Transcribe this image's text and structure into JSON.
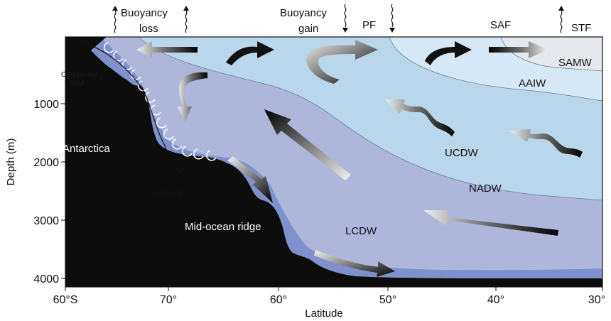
{
  "top_labels": {
    "buoyancy_loss_line1": "Buoyancy",
    "buoyancy_loss_line2": "loss",
    "buoyancy_gain_line1": "Buoyancy",
    "buoyancy_gain_line2": "gain",
    "pf": "PF",
    "saf": "SAF",
    "stf": "STF"
  },
  "water_masses": {
    "samw": "SAMW",
    "aaiw": "AAIW",
    "ucdw": "UCDW",
    "nadw": "NADW",
    "lcdw": "LCDW",
    "aabw": "AABW"
  },
  "features": {
    "antarctica": "Antarctica",
    "continental_shelf_line1": "Continental",
    "continental_shelf_line2": "Shelf",
    "mid_ocean_ridge": "Mid-ocean ridge"
  },
  "y_axis": {
    "title": "Depth (m)",
    "ticks": [
      "1000",
      "2000",
      "3000",
      "4000"
    ]
  },
  "x_axis": {
    "title": "Latitude",
    "ticks": [
      "60°S",
      "70°",
      "60°",
      "50°",
      "40°",
      "30°"
    ]
  },
  "colors": {
    "land": "#0c0c0c",
    "aabw": "#7f91cc",
    "lcdw": "#aeb6dc",
    "ucdw": "#b9d7ea",
    "aaiw": "#d6e8f5",
    "samw": "#e5e8ed"
  }
}
